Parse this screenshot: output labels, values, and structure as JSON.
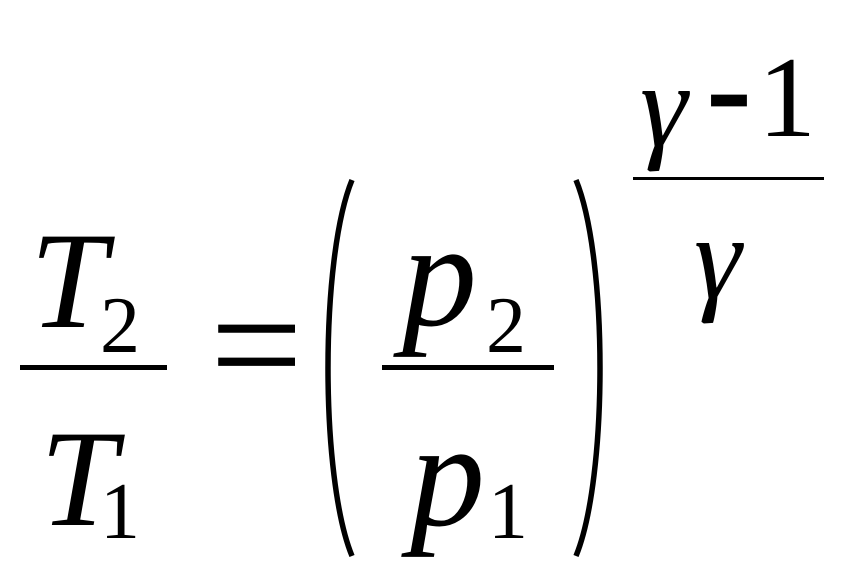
{
  "equation": {
    "lhs": {
      "numerator": {
        "symbol": "T",
        "subscript": "2"
      },
      "denominator": {
        "symbol": "T",
        "subscript": "1"
      }
    },
    "relation": "=",
    "rhs": {
      "numerator": {
        "symbol": "p",
        "subscript": "2"
      },
      "denominator": {
        "symbol": "p",
        "subscript": "1"
      }
    },
    "exponent": {
      "numerator": {
        "symbol": "γ",
        "operator": "-",
        "constant": "1"
      },
      "denominator": {
        "symbol": "γ"
      }
    }
  }
}
